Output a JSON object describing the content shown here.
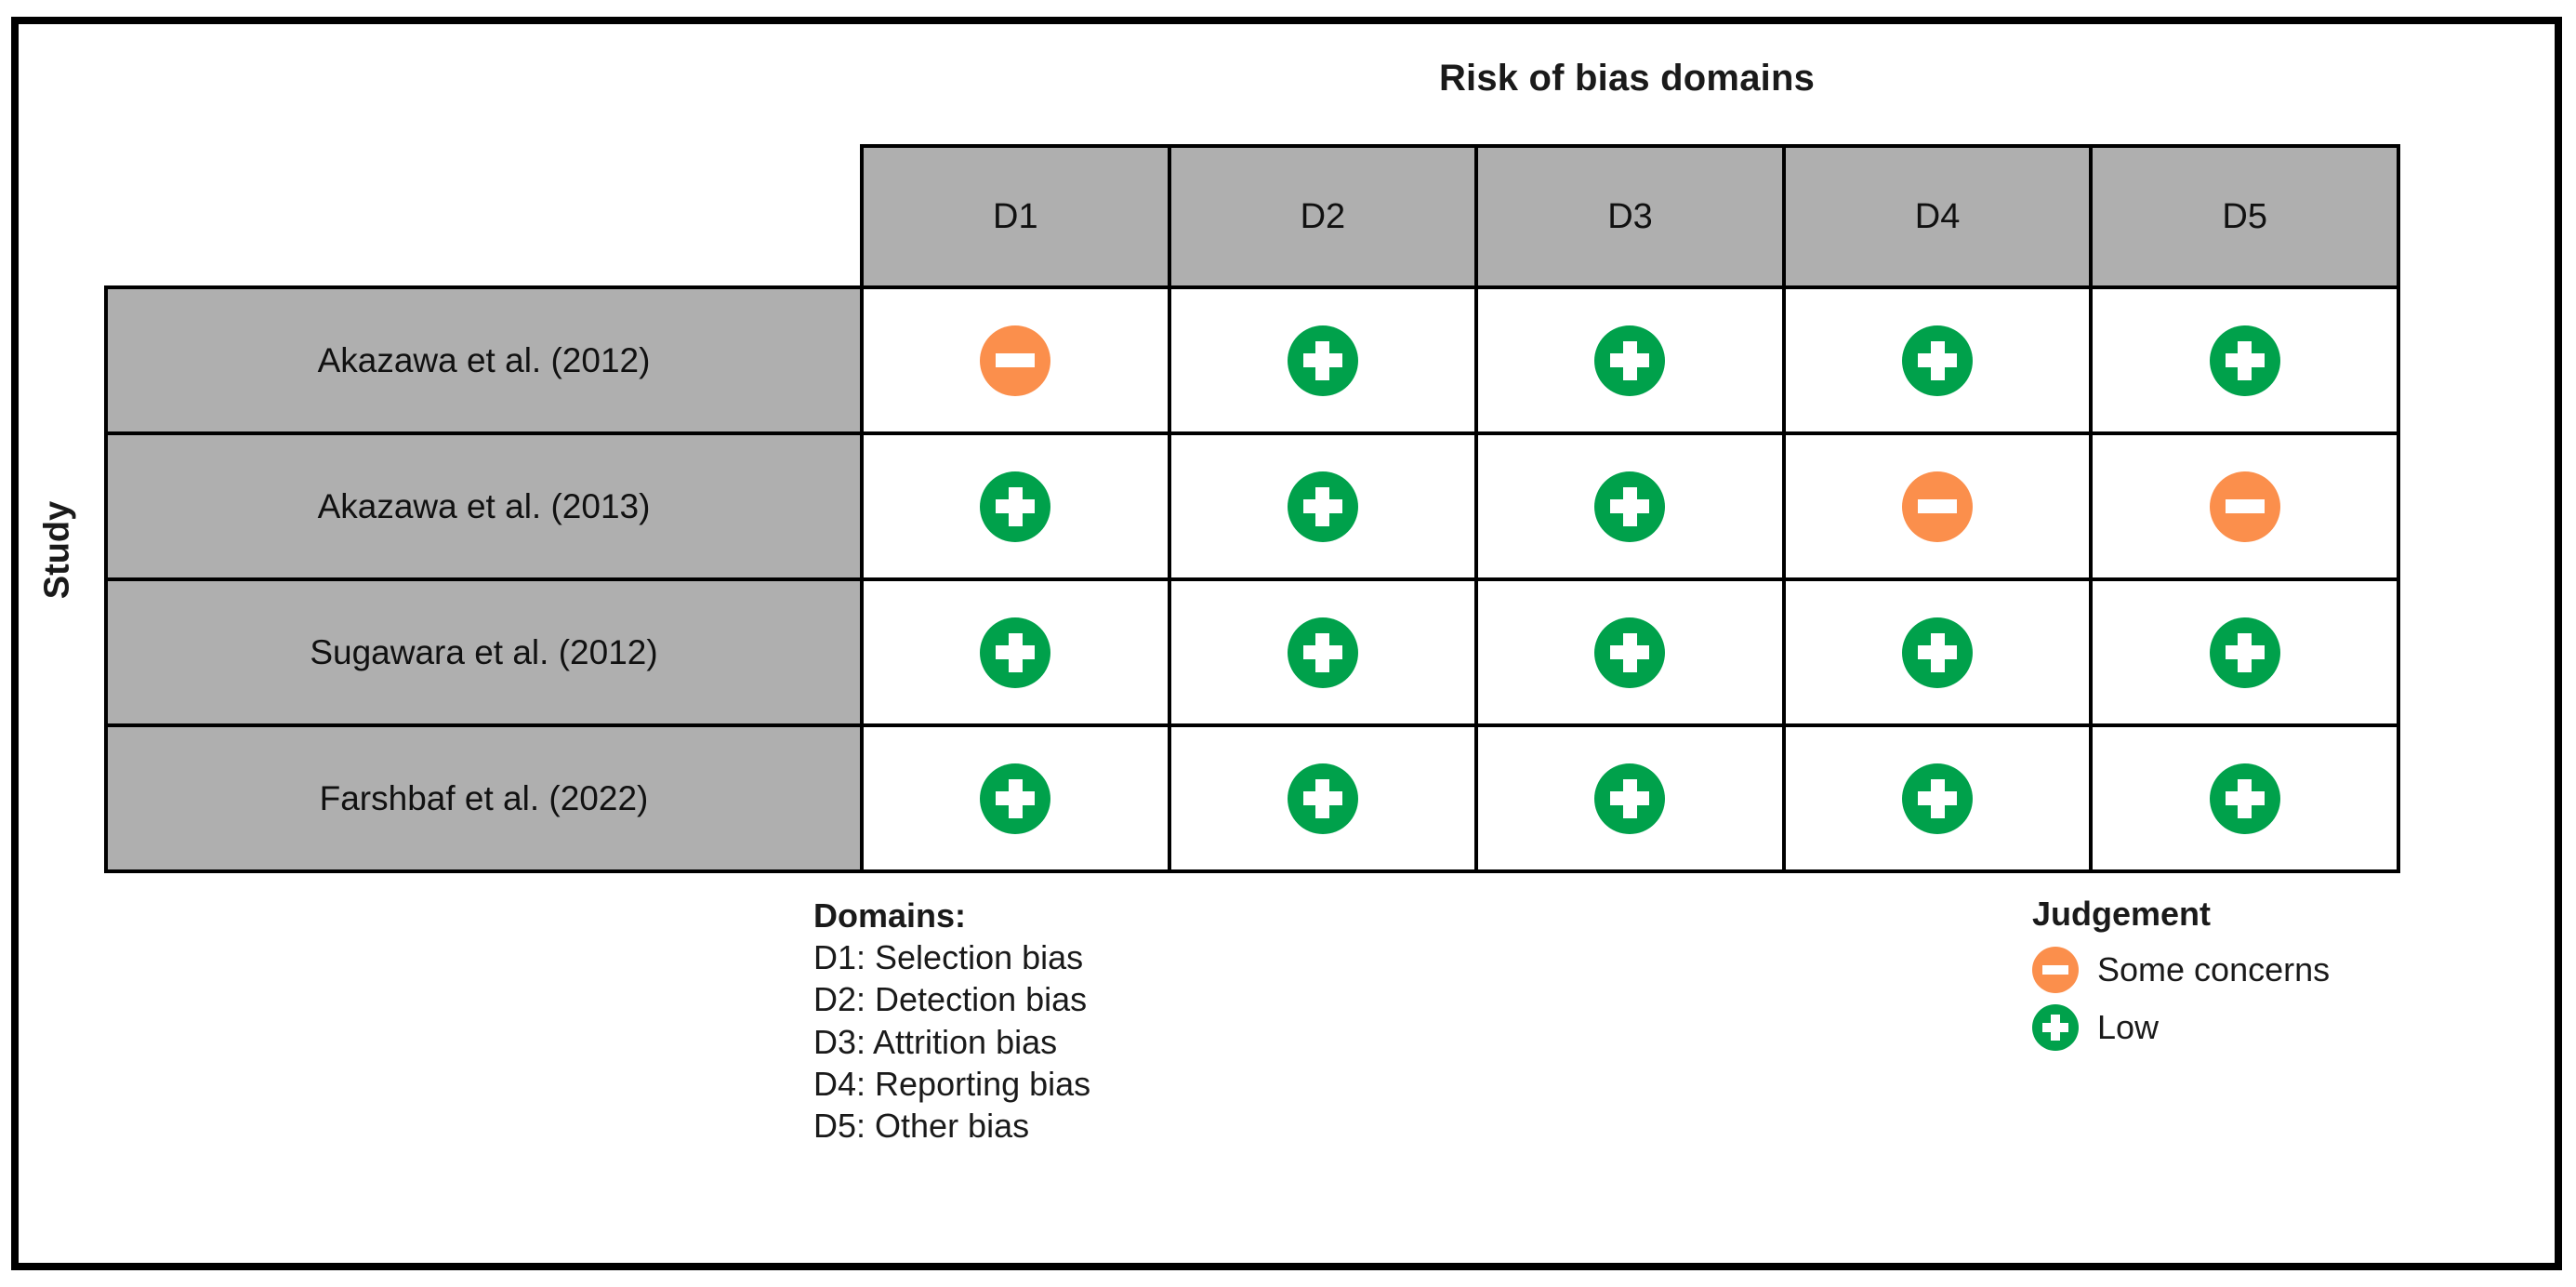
{
  "figure": {
    "title": "Risk of bias domains",
    "y_axis_label": "Study"
  },
  "chart_data": {
    "type": "heatmap",
    "title": "Risk of bias domains",
    "xlabel": "Risk of bias domains",
    "ylabel": "Study",
    "grid": true,
    "legend_position": "bottom-right",
    "categories": [
      "D1",
      "D2",
      "D3",
      "D4",
      "D5"
    ],
    "rows": [
      {
        "study": "Akazawa et al. (2012)",
        "judgements": [
          "some-concerns",
          "low",
          "low",
          "low",
          "low"
        ]
      },
      {
        "study": "Akazawa et al. (2013)",
        "judgements": [
          "low",
          "low",
          "low",
          "some-concerns",
          "some-concerns"
        ]
      },
      {
        "study": "Sugawara et al. (2012)",
        "judgements": [
          "low",
          "low",
          "low",
          "low",
          "low"
        ]
      },
      {
        "study": "Farshbaf et al. (2022)",
        "judgements": [
          "low",
          "low",
          "low",
          "low",
          "low"
        ]
      }
    ],
    "judgement_levels": [
      {
        "key": "some-concerns",
        "label": "Some concerns",
        "color": "#fb8f4c",
        "glyph": "minus"
      },
      {
        "key": "low",
        "label": "Low",
        "color": "#00a14b",
        "glyph": "plus"
      }
    ]
  },
  "domains_key": {
    "heading": "Domains:",
    "lines": [
      "D1: Selection bias",
      "D2: Detection bias",
      "D3: Attrition bias",
      "D4: Reporting bias",
      "D5: Other bias"
    ]
  },
  "judgement_legend": {
    "heading": "Judgement",
    "items": [
      {
        "label": "Some concerns",
        "key": "some-concerns"
      },
      {
        "label": "Low",
        "key": "low"
      }
    ]
  },
  "colors": {
    "low": "#00a14b",
    "some_concerns": "#fb8f4c",
    "header_gray": "#afafaf",
    "border": "#000000",
    "text": "#1a1a1a"
  }
}
